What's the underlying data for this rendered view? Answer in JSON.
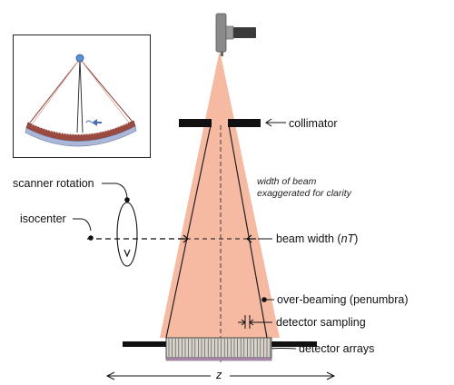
{
  "labels": {
    "collimator": "collimator",
    "beam_note_line1": "width of beam",
    "beam_note_line2": "exaggerated for clarity",
    "scanner_rotation": "scanner rotation",
    "isocenter": "isocenter",
    "beam_width_prefix": "beam width (",
    "beam_width_var": "nT",
    "beam_width_suffix": ")",
    "over_beaming": "over-beaming (penumbra)",
    "detector_sampling": "detector sampling",
    "detector_arrays": "detector arrays",
    "axis_z": "z"
  },
  "colors": {
    "beam_fill": "#f6b9a2",
    "beam_edge": "#d9927a",
    "collimator": "#111111",
    "detector_fill": "#d8d4cc",
    "detector_base": "#b58ab5",
    "tube_body": "#7f7f7f",
    "inset_arc": "#7a3028",
    "inset_arc_light": "#d8a59c",
    "inset_base": "#aab7d8",
    "focal_spot": "#5b8fd6"
  }
}
